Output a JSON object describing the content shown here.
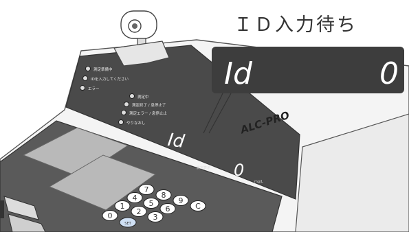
{
  "title": "ＩＤ入力待ち",
  "callout_display": {
    "left_value": "Id",
    "right_value": "0"
  },
  "panel": {
    "indicators": [
      "測定準備中",
      "IDを入力してください",
      "エラー"
    ],
    "indicators_right": [
      "測定中",
      "測定終了 / 息停止了",
      "測定エラー / 息停止止",
      "やりなおし"
    ],
    "main_display": "Id",
    "sub_display": "0",
    "display_label": "測定表示",
    "unit": "mg/L"
  },
  "brand": "ALC-PRO",
  "keypad": {
    "keys": [
      "7",
      "8",
      "9",
      "C",
      "4",
      "5",
      "6",
      "1",
      "2",
      "3",
      "0",
      "SET"
    ]
  },
  "colors": {
    "panel_bg": "#3d3d3d",
    "segment": "#ffffff",
    "body": "#f2f2f2",
    "outline": "#444444"
  }
}
